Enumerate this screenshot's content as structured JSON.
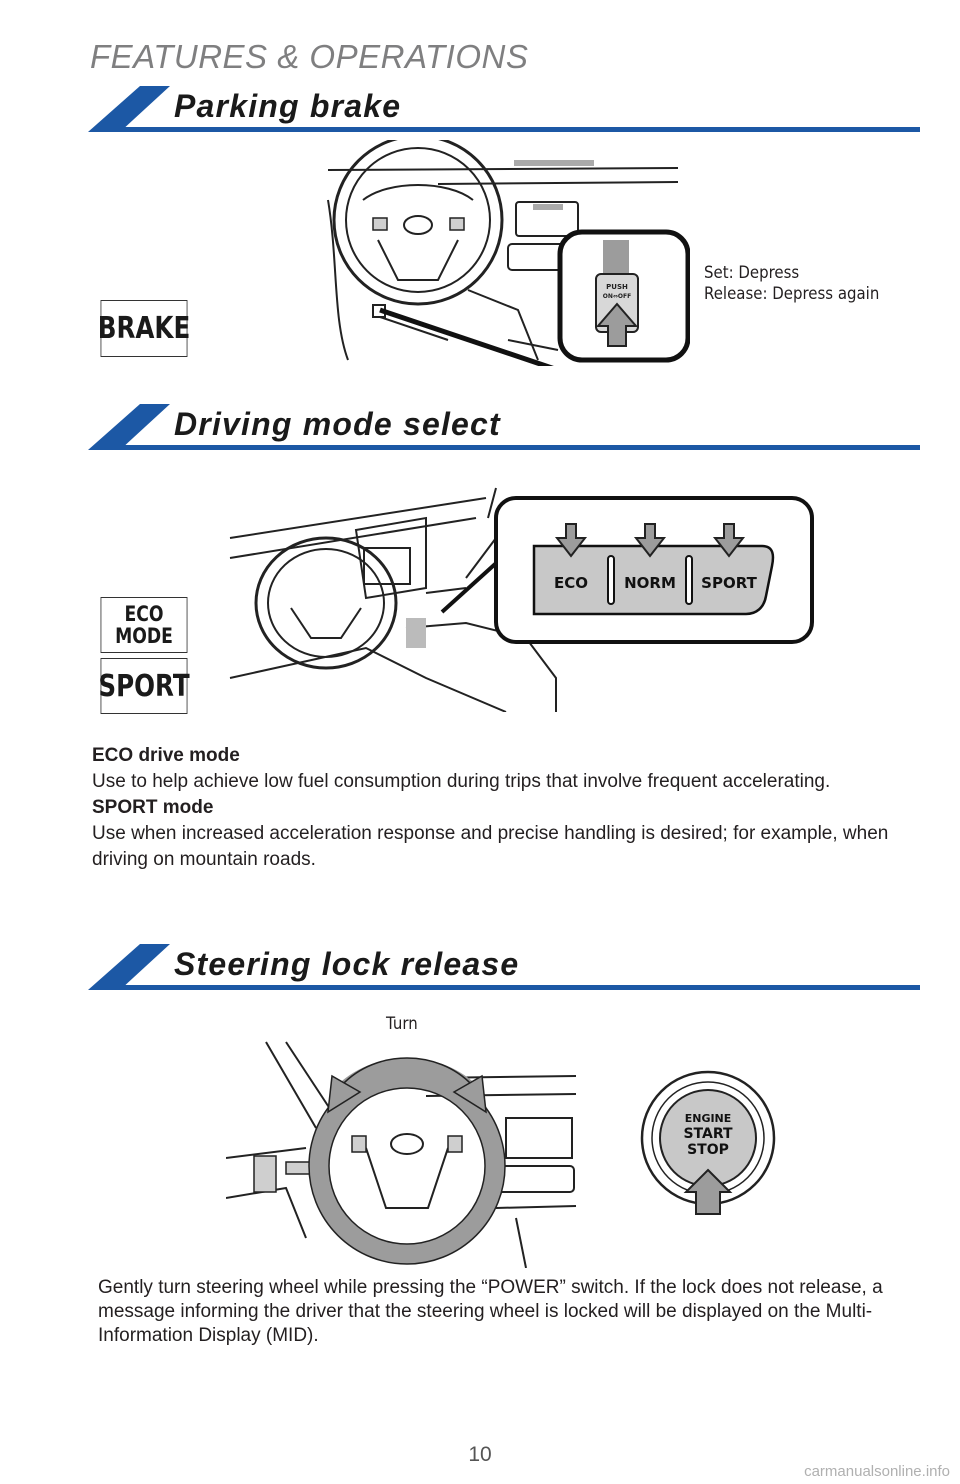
{
  "page": {
    "header": "FEATURES & OPERATIONS",
    "page_number": "10",
    "watermark": "carmanualsonline.info",
    "accent_color": "#1c58a5"
  },
  "parking_brake": {
    "title": "Parking brake",
    "badge": "BRAKE",
    "switch_label_line1": "PUSH",
    "switch_label_line2": "ON⇔OFF",
    "set_text": "Set: Depress",
    "release_text": "Release: Depress again"
  },
  "driving_mode": {
    "title": "Driving mode select",
    "badge_eco_line1": "ECO",
    "badge_eco_line2": "MODE",
    "badge_sport": "SPORT",
    "buttons": [
      "ECO",
      "NORM",
      "SPORT"
    ],
    "eco_heading": "ECO drive mode",
    "eco_text": "Use to help achieve low fuel consumption during trips that involve frequent accelerating.",
    "sport_heading": "SPORT mode",
    "sport_text": "Use when increased acceleration response and precise handling is desired; for example, when driving on mountain roads."
  },
  "steering_lock": {
    "title": "Steering lock release",
    "turn_label": "Turn",
    "engine_line1": "ENGINE",
    "engine_line2": "START",
    "engine_line3": "STOP",
    "description": "Gently turn steering wheel while pressing the “POWER” switch. If the lock does not release, a message informing the driver that the steering wheel is locked will be displayed on the Multi-Information Display (MID)."
  }
}
